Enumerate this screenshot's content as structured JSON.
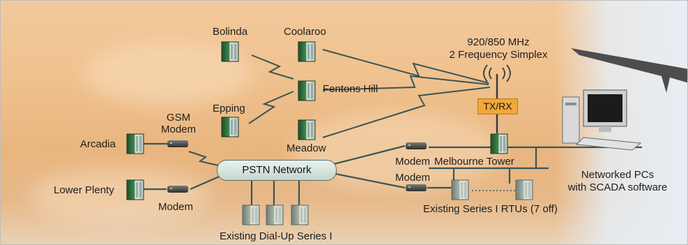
{
  "nodes": {
    "bolinda": "Bolinda",
    "coolaroo": "Coolaroo",
    "fentons_hill": "Fentons Hill",
    "epping": "Epping",
    "meadow": "Meadow",
    "arcadia": "Arcadia",
    "lower_plenty": "Lower Plenty",
    "melbourne_tower": "Melbourne Tower"
  },
  "labels": {
    "gsm_modem_line1": "GSM",
    "gsm_modem_line2": "Modem",
    "modem_lower": "Modem",
    "modem_top": "Modem",
    "modem_bottom": "Modem",
    "pstn": "PSTN Network",
    "radio_line1": "920/850 MHz",
    "radio_line2": "2 Frequency Simplex",
    "txrx": "TX/RX",
    "pcs_line1": "Networked PCs",
    "pcs_line2": "with SCADA software",
    "series1_rtus": "Existing Series I RTUs (7 off)",
    "dialup": "Existing Dial-Up Series I"
  },
  "colors": {
    "background": "#efc18f",
    "link_line": "#3a5555",
    "rtu_green": "#2e6b3a",
    "rtu_grey": "#8a9a8e",
    "txrx_box": "#f0a838",
    "pstn_fill": "#d6e5dc"
  }
}
